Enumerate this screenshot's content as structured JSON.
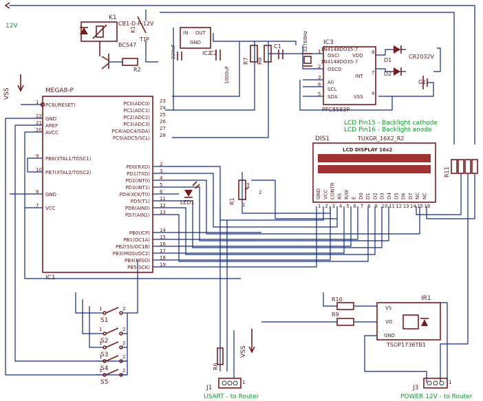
{
  "nets": {
    "v12": "12V",
    "vss_left": "VSS",
    "vss_bottom": "VSS",
    "lcd_cathode": "LCD Pin15 - Backlight cathode",
    "lcd_anode": "LCD Pin16 - Backlight anode",
    "usart": "USART - to Router",
    "power": "POWER 12V - to Router"
  },
  "relay": {
    "ref": "K1",
    "part": "CB1-D-P-12V",
    "ref2": "K1",
    "transistor": "BC547",
    "tref": "T1",
    "tp": "P"
  },
  "resistors": {
    "r1": "R1",
    "r1n": "1",
    "r1n2": "2",
    "r1n3": "3",
    "r2": "R2",
    "r7": "R7",
    "r8": "R8",
    "r9": "R9",
    "r10": "R10",
    "r11": "R11",
    "r6": "R6"
  },
  "regulator": {
    "in": "IN",
    "out": "OUT",
    "gnd": "GND",
    "c2": "C2",
    "c_left": "220uF",
    "c_right": "1000uF",
    "ic": "IC2"
  },
  "rtc": {
    "ref": "IC3",
    "part": "PFC8583P",
    "crystal": "32768Hz",
    "c1": "C1",
    "osci": "OSCI",
    "osco": "OSCO",
    "vdd": "VDD",
    "int": "INT",
    "a0": "A0",
    "scl": "SCL",
    "sda": "SDA",
    "vss": "VSS",
    "d1": "D1",
    "d2": "D2",
    "d1part": "1N4148DO35-7",
    "d2part": "1N4148DO35-7",
    "battery": "CR2032V",
    "g1": "G1",
    "p1": "1",
    "p2": "2",
    "p3": "3",
    "p4": "4",
    "p5": "5",
    "p6": "6",
    "p7": "7",
    "p8": "8"
  },
  "mcu": {
    "ref": "MEGA8-P",
    "ic": "IC1",
    "left_pins": [
      {
        "name": "PC6(/RESET)",
        "num": "1"
      },
      {
        "name": "GND",
        "num": "22"
      },
      {
        "name": "AREF",
        "num": "21"
      },
      {
        "name": "AVCC",
        "num": "20"
      },
      {
        "name": "PB6(XTAL1/TOSC1)",
        "num": "9"
      },
      {
        "name": "PB7(XTAL2/TOSC2)",
        "num": "10"
      },
      {
        "name": "GND",
        "num": "8"
      },
      {
        "name": "VCC",
        "num": "7"
      }
    ],
    "right_pins": [
      {
        "name": "PC0(ADC0)",
        "num": "23"
      },
      {
        "name": "PC1(ADC1)",
        "num": "24"
      },
      {
        "name": "PC2(ADC2)",
        "num": "25"
      },
      {
        "name": "PC3(ADC3)",
        "num": "26"
      },
      {
        "name": "PC4(ADC4/SDA)",
        "num": "27"
      },
      {
        "name": "PC5(ADC5/SCL)",
        "num": "28"
      },
      {
        "name": "PD0(RXD)",
        "num": "2"
      },
      {
        "name": "PD1(TXD)",
        "num": "3"
      },
      {
        "name": "PD2(INT0)",
        "num": "4"
      },
      {
        "name": "PD3(INT1)",
        "num": "5"
      },
      {
        "name": "PD4(XCK/T0)",
        "num": "6"
      },
      {
        "name": "PD5(T1)",
        "num": "11"
      },
      {
        "name": "PD6(AIN0)",
        "num": "12"
      },
      {
        "name": "PD7(AIN1)",
        "num": "13"
      },
      {
        "name": "PB0(ICP)",
        "num": "14"
      },
      {
        "name": "PB1(OC1A)",
        "num": "15"
      },
      {
        "name": "PB2(SS/OC1B)",
        "num": "16"
      },
      {
        "name": "PB3(MOSI/OC2)",
        "num": "17"
      },
      {
        "name": "PB4(MISO)",
        "num": "18"
      },
      {
        "name": "PB5(SCK)",
        "num": "19"
      }
    ]
  },
  "led": {
    "ref": "LED1"
  },
  "lcd": {
    "ref": "DIS1",
    "part": "TUXGR_16X2_R2",
    "title": "LCD DISPLAY 16x2",
    "pins": [
      "GND",
      "VCC",
      "CONTR",
      "RS",
      "R/W",
      "E",
      "D0",
      "D1",
      "D2",
      "D3",
      "D4",
      "D5",
      "D6",
      "D7",
      "NC",
      "NC"
    ],
    "nums": [
      "1",
      "2",
      "3",
      "4",
      "5",
      "6",
      "7",
      "8",
      "9",
      "10",
      "11",
      "12",
      "13",
      "14",
      "15",
      "16"
    ]
  },
  "ir": {
    "ref": "IR1",
    "part": "TSOP1736TB1",
    "vs": "VS",
    "vo": "VO",
    "gnd": "GND"
  },
  "switches": [
    {
      "ref": "S1",
      "a": "1",
      "b": "2"
    },
    {
      "ref": "S2",
      "a": "1",
      "b": "2"
    },
    {
      "ref": "S3",
      "a": "1",
      "b": "2"
    },
    {
      "ref": "S4",
      "a": "1",
      "b": "2"
    },
    {
      "ref": "S5",
      "a": "1",
      "b": "2"
    }
  ],
  "connectors": {
    "j1": "J1",
    "j3": "J3",
    "j1pin": "1",
    "j3pin": "1"
  }
}
